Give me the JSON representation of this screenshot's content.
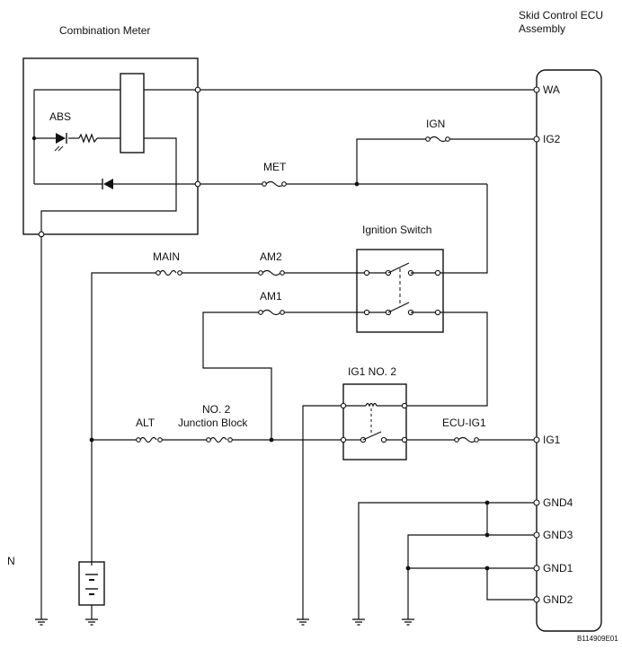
{
  "labels": {
    "combination_meter": "Combination Meter",
    "ecu_line1": "Skid Control ECU",
    "ecu_line2": "Assembly",
    "abs": "ABS",
    "ign": "IGN",
    "met": "MET",
    "ignition_switch": "Ignition Switch",
    "main": "MAIN",
    "am2": "AM2",
    "am1": "AM1",
    "ig1_no2": "IG1 NO. 2",
    "alt": "ALT",
    "jb_line1": "NO. 2",
    "jb_line2": "Junction Block",
    "ecu_ig1": "ECU-IG1",
    "ground_n": "N",
    "figure_code": "B114909E01"
  },
  "ecu_pins": [
    "WA",
    "IG2",
    "IG1",
    "GND4",
    "GND3",
    "GND1",
    "GND2"
  ]
}
